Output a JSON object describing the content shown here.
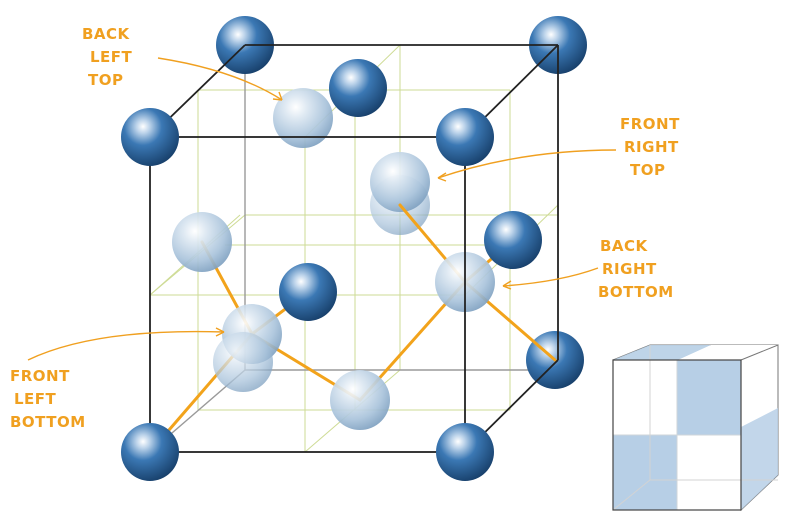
{
  "labels": {
    "back_left_top": [
      "BACK",
      "LEFT",
      "TOP"
    ],
    "front_right_top": [
      "FRONT",
      "RIGHT",
      "TOP"
    ],
    "back_right_bottom": [
      "BACK",
      "RIGHT",
      "BOTTOM"
    ],
    "front_left_bottom": [
      "FRONT",
      "LEFT",
      "BOTTOM"
    ]
  },
  "colors": {
    "atom_dark": "#2e6aa4",
    "atom_light": "#a9c4dd",
    "bond": "#f2a31b",
    "annotation": "#f0a020",
    "cube_edge": "#222222",
    "inner_grid": "#c9d88a",
    "inset_fill": "#b7cfe6"
  }
}
